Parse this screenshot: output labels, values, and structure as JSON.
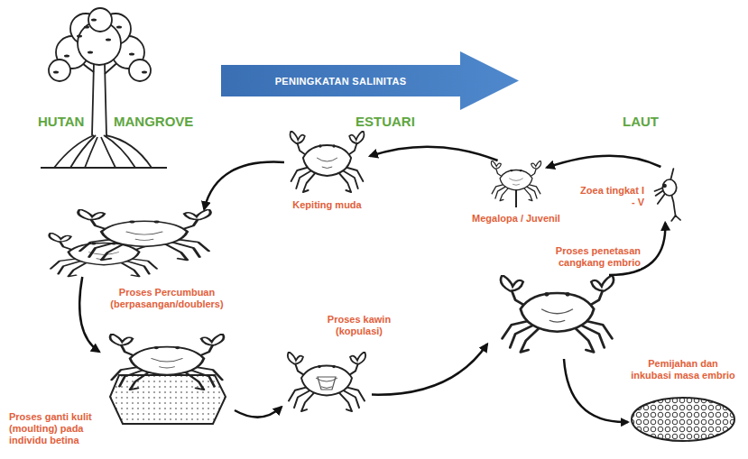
{
  "diagram": {
    "nodes": [
      {
        "text": [
          "PENINGKATAN SALINITAS"
        ]
      },
      {
        "text": [
          "Kepiting muda"
        ]
      },
      {
        "text": [
          "Megalopa / Juvenil"
        ]
      },
      {
        "text": [
          "Zoea tingkat I - V"
        ]
      },
      {
        "text": [
          "Proses Percumbuan (berpasangan/doublers)"
        ]
      },
      {
        "text": [
          "Proses kawin (kopulasi)"
        ]
      },
      {
        "text": [
          "Proses ganti kulit (moulting) pada individu betina"
        ]
      },
      {
        "text": [
          "Pemijahan dan inkubasi masa embrio"
        ]
      }
    ],
    "edges": [
      {
        "from": 3,
        "to": 2,
        "arrow": "to"
      },
      {
        "from": 2,
        "to": 1,
        "arrow": "to"
      },
      {
        "from": 1,
        "to": 4,
        "arrow": "to"
      },
      {
        "from": 4,
        "to": 6,
        "arrow": "to"
      },
      {
        "from": 6,
        "to": 5,
        "arrow": "to"
      },
      {
        "from": 5,
        "to": 7,
        "arrow": "to"
      },
      {
        "from": 7,
        "to": 3,
        "label": "Proses penetasan cangkang embrio",
        "arrow": "to"
      }
    ],
    "labels": [
      "HUTAN",
      "MANGROVE",
      "ESTUARI",
      "LAUT"
    ]
  }
}
